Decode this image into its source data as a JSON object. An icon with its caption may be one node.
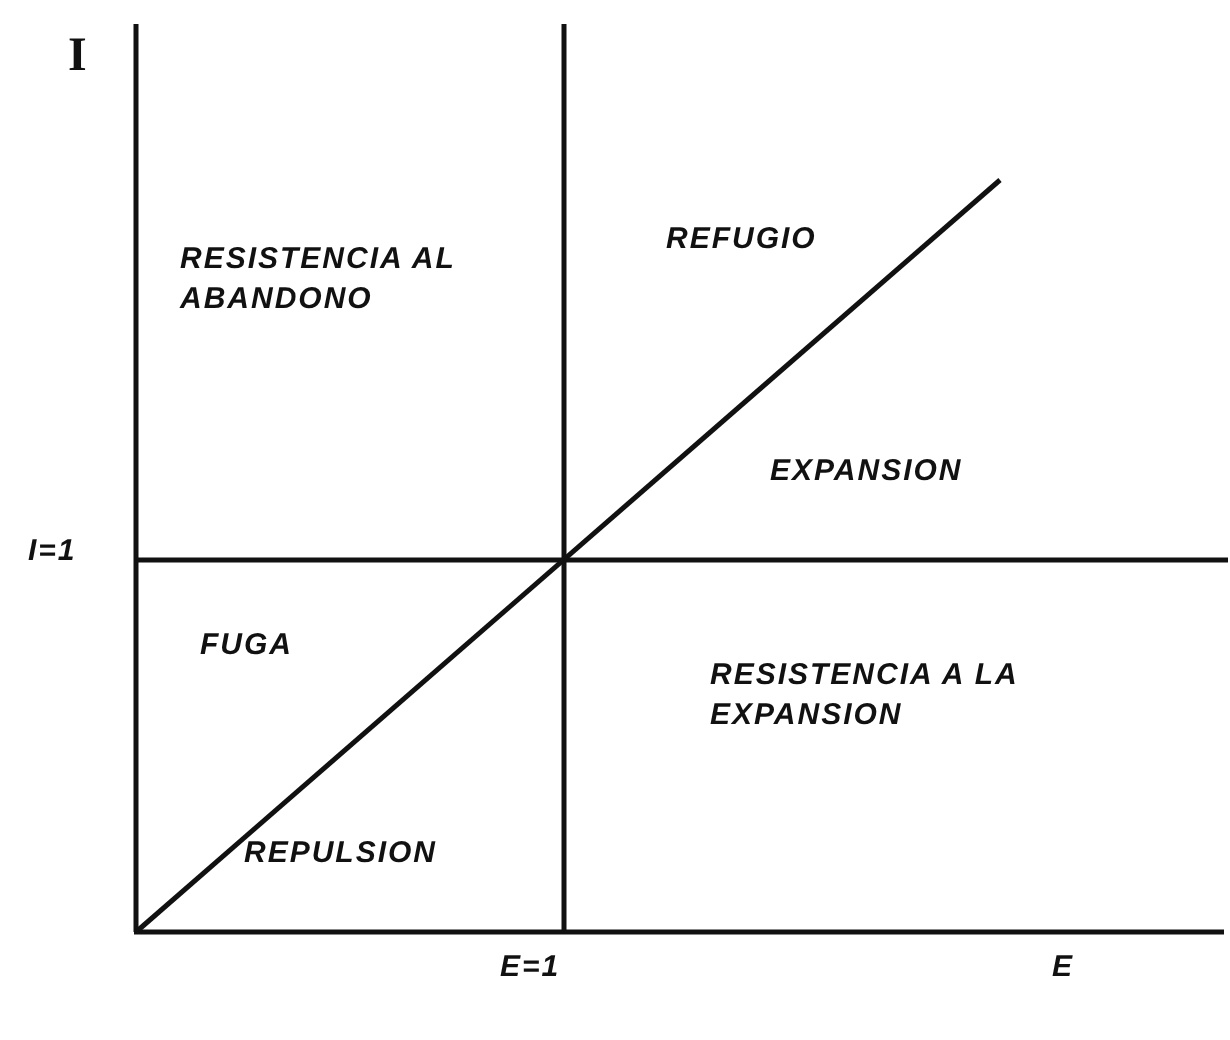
{
  "diagram": {
    "labels": [
      "I",
      "REFUGIO",
      "RESISTENCIA AL ABANDONO",
      "EXPANSION",
      "I=1",
      "FUGA",
      "RESISTENCIA A LA EXPANSION",
      "REPULSION",
      "E=1",
      "E"
    ]
  }
}
